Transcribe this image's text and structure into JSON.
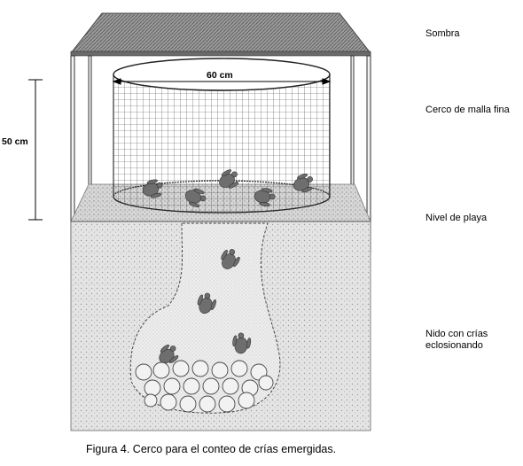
{
  "labels": {
    "shade": "Sombra",
    "fence": "Cerco de malla fina",
    "beach_level": "Nivel de playa",
    "nest_line1": "Nido con crías",
    "nest_line2": "eclosionando"
  },
  "dimensions": {
    "height": "50 cm",
    "diameter": "60 cm"
  },
  "caption": "Figura 4. Cerco para el conteo de crías emergidas.",
  "colors": {
    "roof": "#8a8a8a",
    "sand": "#dcdcdc",
    "soil": "#e3e3e3",
    "mesh": "#2a2a2a",
    "turtle": "#6e6e6e"
  },
  "counts": {
    "turtles_in_fence": 5,
    "turtles_in_nest": 4,
    "eggs_in_nest": 20
  }
}
